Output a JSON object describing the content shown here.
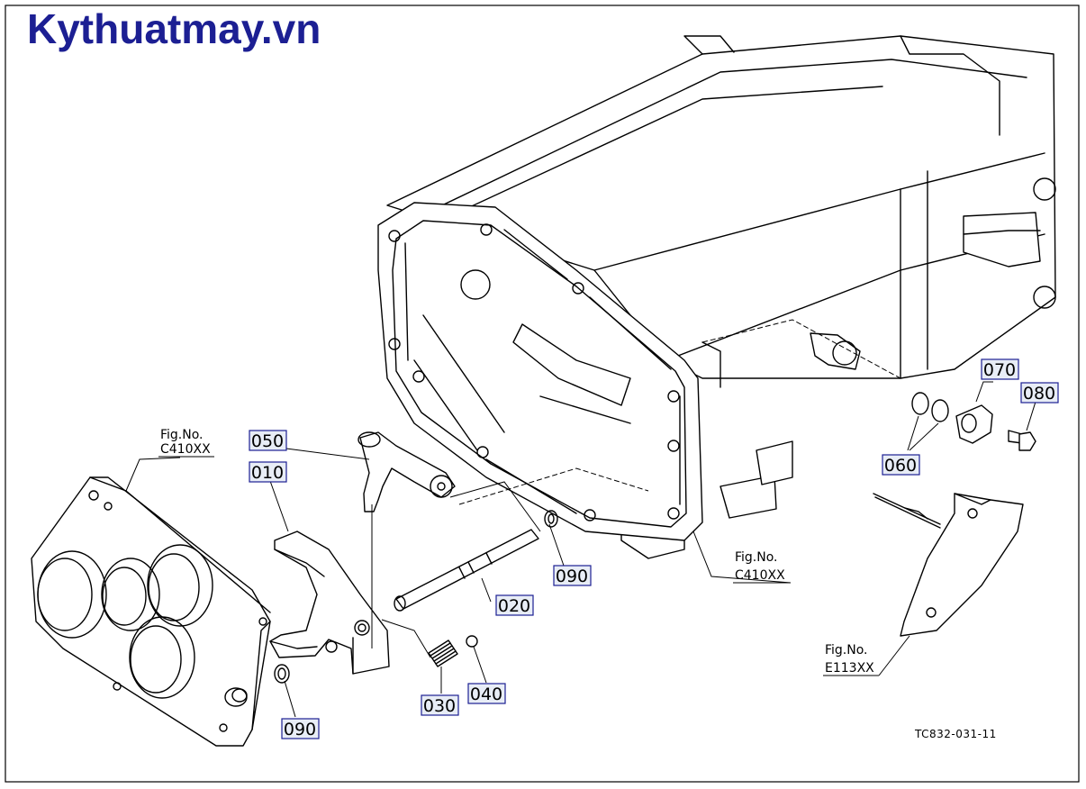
{
  "header": {
    "brand": "Kythuatmay.vn"
  },
  "parts": [
    {
      "number": "010"
    },
    {
      "number": "020"
    },
    {
      "number": "030"
    },
    {
      "number": "040"
    },
    {
      "number": "050"
    },
    {
      "number": "060"
    },
    {
      "number": "070"
    },
    {
      "number": "080"
    },
    {
      "number": "090"
    },
    {
      "number": "090"
    }
  ],
  "figure_refs": [
    {
      "line1": "Fig.No.",
      "line2": "C410XX"
    },
    {
      "line1": "Fig.No.",
      "line2": "C410XX"
    },
    {
      "line1": "Fig.No.",
      "line2": "E113XX"
    }
  ],
  "drawing_code": "TC832-031-11",
  "colors": {
    "brand": "#1c1f93",
    "label_box": "#e8edf6",
    "line": "#000000"
  }
}
